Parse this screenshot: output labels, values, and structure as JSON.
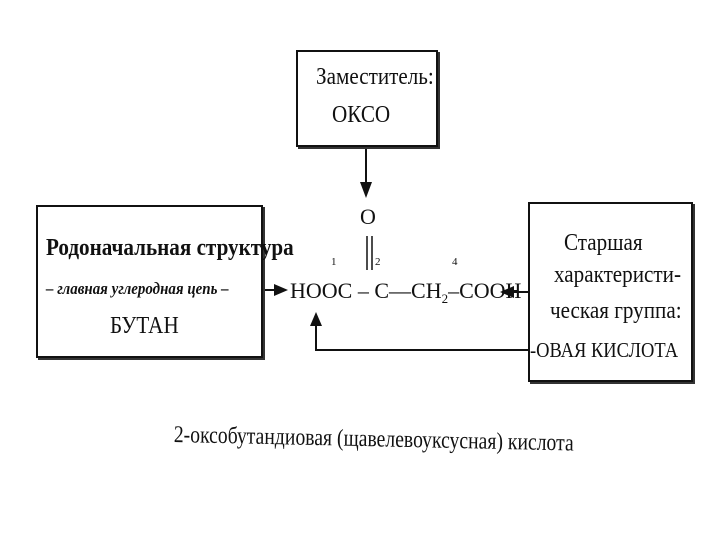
{
  "top_box": {
    "line1": "Заместитель:",
    "line2": "ОКСО"
  },
  "left_box": {
    "line1": "Родоначальная структура",
    "line2": "– главная углеродная цепь –",
    "line3": "БУТАН"
  },
  "right_box": {
    "line1": "Старшая",
    "line2": "характеристи-",
    "line3": "ческая группа:",
    "line4": "-ОВАЯ КИСЛОТА"
  },
  "formula": {
    "oxygen": "O",
    "hooc": "HOOC",
    "dash1": "–",
    "carbon": "C",
    "dash2": "—",
    "ch": "CH",
    "ch_sub": "2",
    "dash3": "–",
    "cooh": "COOH",
    "num1": "1",
    "num2": "2",
    "num4": "4"
  },
  "caption": "2-оксобутандиовая (щавелевоуксусная) кислота"
}
